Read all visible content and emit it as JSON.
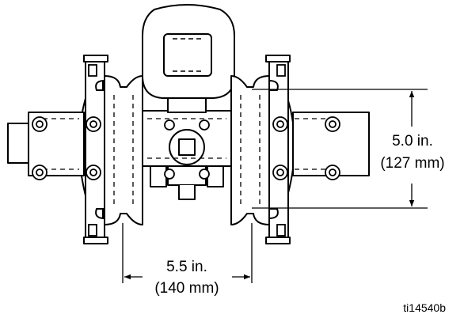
{
  "dimensions": {
    "height": {
      "imperial": "5.0 in.",
      "metric": "(127 mm)"
    },
    "width": {
      "imperial": "5.5 in.",
      "metric": "(140 mm)"
    }
  },
  "figure_id": "ti14540b"
}
